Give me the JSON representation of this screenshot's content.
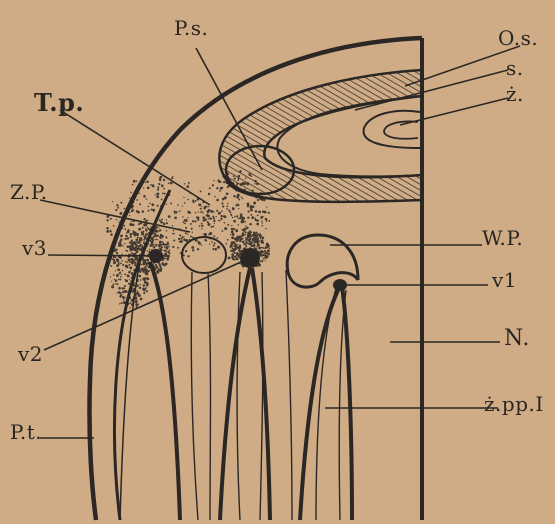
{
  "figure": {
    "colors": {
      "paper": "#cfac85",
      "ink": "#2b2724",
      "hatch": "#3a332c"
    },
    "labels": {
      "ps": "P.s.",
      "tp": "T.p.",
      "os": "O.s.",
      "s": "s.",
      "z": "ż.",
      "zp": "Z.P.",
      "v3": "v3",
      "v2": "v2",
      "wp": "W.P.",
      "v1": "v1",
      "n": "N.",
      "zppi": "ż.pp.I",
      "pt": "P.t."
    }
  }
}
